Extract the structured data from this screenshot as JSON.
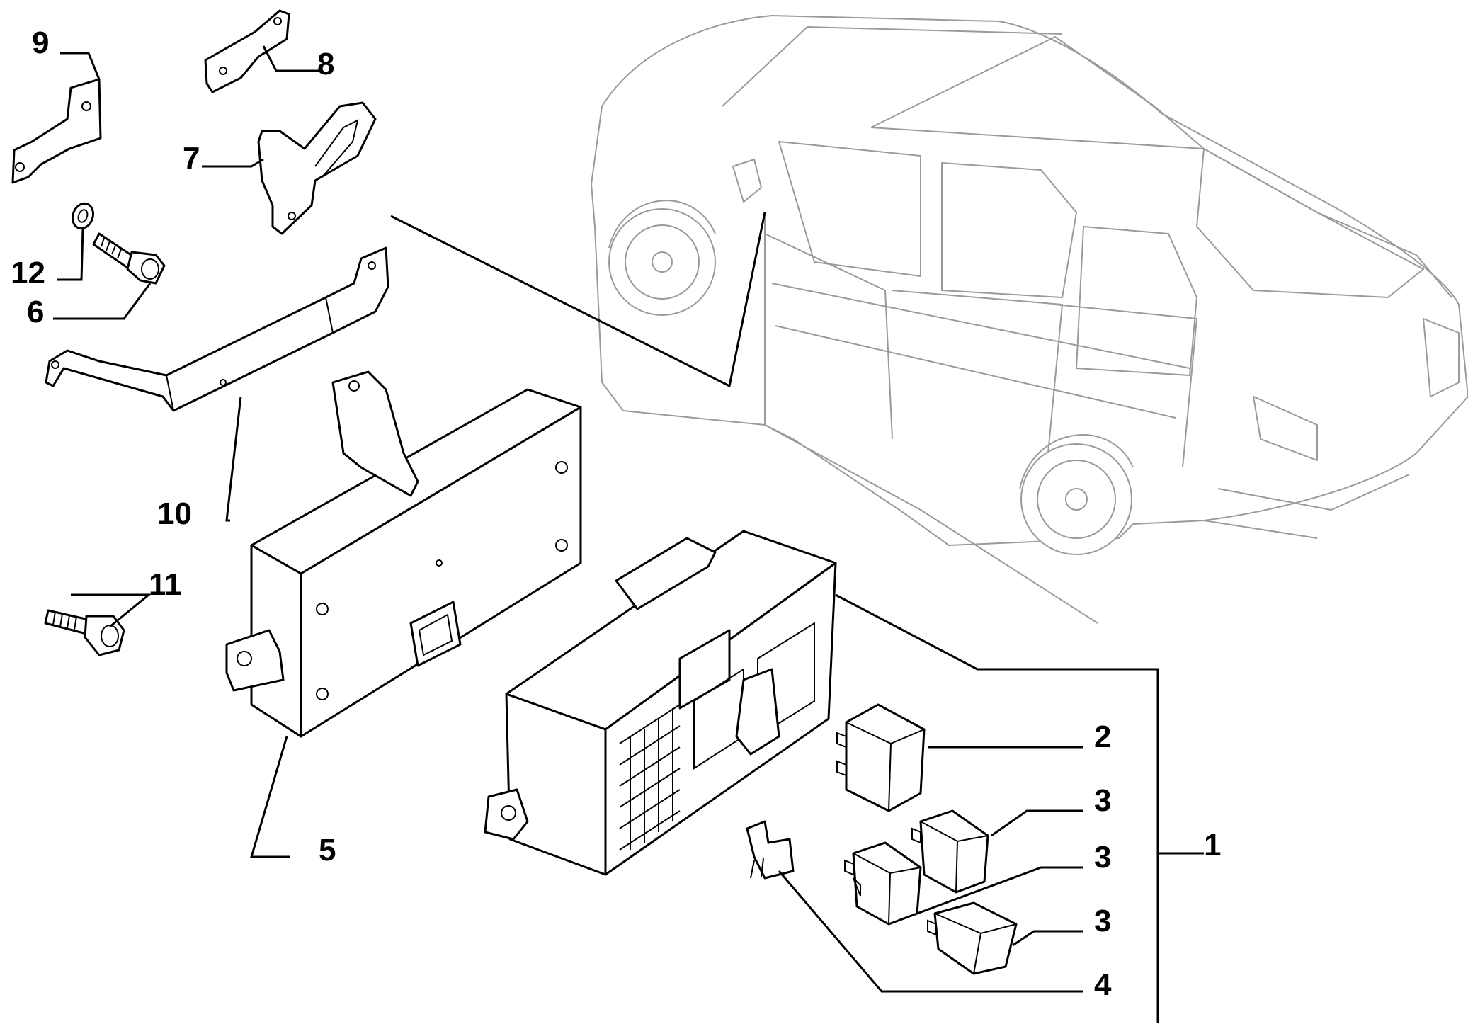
{
  "colors": {
    "line": "#000000",
    "vehicle": "#9a9a9a",
    "background": "#ffffff"
  },
  "callouts": {
    "c1": "1",
    "c2": "2",
    "c3a": "3",
    "c3b": "3",
    "c3c": "3",
    "c4": "4",
    "c5": "5",
    "c6": "6",
    "c7": "7",
    "c8": "8",
    "c9": "9",
    "c10": "10",
    "c11": "11",
    "c12": "12"
  }
}
